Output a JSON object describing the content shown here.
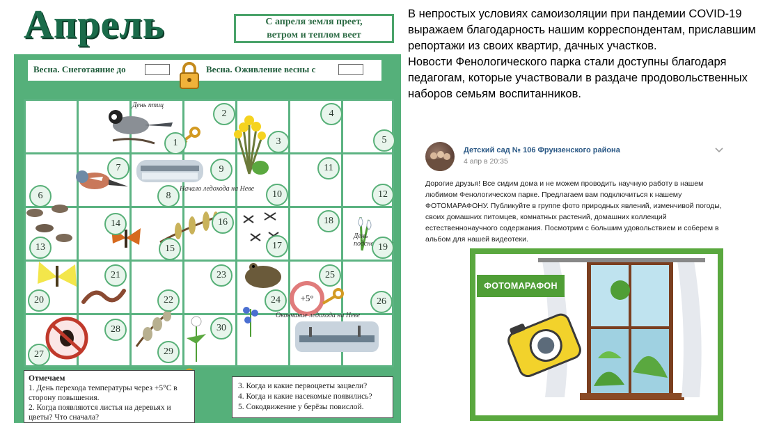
{
  "calendar": {
    "title": "Апрель",
    "saying_line1": "С апреля земля преет,",
    "saying_line2": "ветром и теплом веет",
    "spring_left": "Весна. Снеготаяние до",
    "spring_right": "Весна. Оживление весны с",
    "days": [
      "1",
      "2",
      "3",
      "4",
      "5",
      "6",
      "7",
      "8",
      "9",
      "10",
      "11",
      "12",
      "13",
      "14",
      "15",
      "16",
      "17",
      "18",
      "19",
      "20",
      "21",
      "22",
      "23",
      "24",
      "25",
      "26",
      "27",
      "28",
      "29",
      "30"
    ],
    "labels": {
      "birds_day": "День птиц",
      "ice_start": "Начало ледохода на Неве",
      "snowdrop_day": "День подснежника",
      "ice_end": "Окончание ледохода на Неве",
      "temp_badge": "+5°"
    },
    "notes_left": {
      "heading": "Отмечаем",
      "item1": "1. День перехода температуры через +5°С в сторону повышения.",
      "item2": "2. Когда появляются листья на деревьях и цветы? Что сначала?"
    },
    "notes_right": {
      "item3": "3. Когда и какие первоцветы зацвели?",
      "item4": "4. Когда и какие насекомые появились?",
      "item5": "5. Сокодвижение у берёзы повислой."
    }
  },
  "intro": {
    "paragraph1": "В непростых условиях самоизоляции  при пандемии COVID-19 выражаем благодарность нашим корреспондентам, приславшим репортажи из своих квартир, дачных участков.",
    "paragraph2": "Новости Фенологического парка стали доступны благодаря педагогам, которые участвовали в раздаче продовольственных наборов семьям воспитанников."
  },
  "post": {
    "group_name": "Детский сад № 106 Фрунзенского района",
    "date": "4 апр в 20:35",
    "text": "Дорогие друзья! Все сидим дома и не можем проводить научную работу в нашем любимом Фенологическом парке. Предлагаем вам подключиться к нашему ФОТОМАРАФОНУ. Публикуйте в группе фото природных явлений, изменчивой погоды, своих домашних питомцев, комнатных растений, домашних коллекций естественнонаучного содержания. Посмотрим с большим удовольствием и соберем в альбом для нашей видеотеки.",
    "photo_label": "ФОТОМАРАФОН"
  },
  "colors": {
    "calendar_green": "#55b07a",
    "title_green": "#1a6b4a",
    "link_blue": "#2a5885",
    "photo_green": "#5aa83f"
  }
}
